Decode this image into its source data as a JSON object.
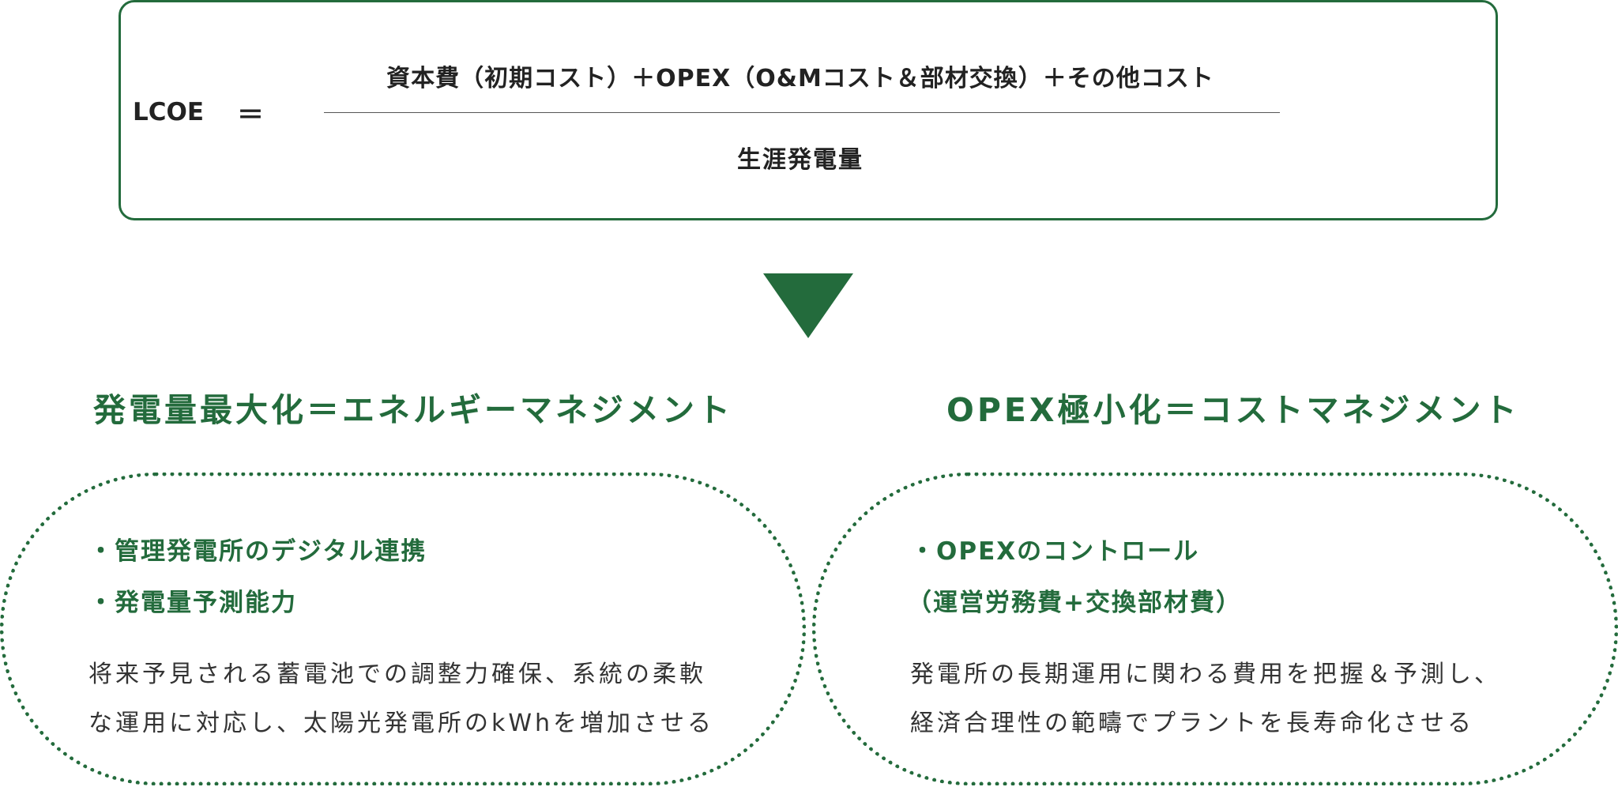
{
  "formula": {
    "lhs": "LCOE",
    "equals": "＝",
    "numerator": "資本費（初期コスト）＋OPEX（O&Mコスト＆部材交換）＋その他コスト",
    "denominator": "生涯発電量"
  },
  "left": {
    "heading": "発電量最大化＝エネルギーマネジメント",
    "bullets": [
      "・管理発電所のデジタル連携",
      "・発電量予測能力"
    ],
    "body_lines": [
      "将来予見される蓄電池での調整力確保、系統の柔軟",
      "な運用に対応し、太陽光発電所のkWhを増加させる"
    ]
  },
  "right": {
    "heading": "OPEX極小化＝コストマネジメント",
    "bullets": [
      "・OPEXのコントロール",
      "（運営労務費+交換部材費）"
    ],
    "body_lines": [
      "発電所の長期運用に関わる費用を把握＆予測し、",
      "経済合理性の範疇でプラントを長寿命化させる"
    ]
  },
  "colors": {
    "accent": "#236b3c",
    "text": "#222222"
  }
}
